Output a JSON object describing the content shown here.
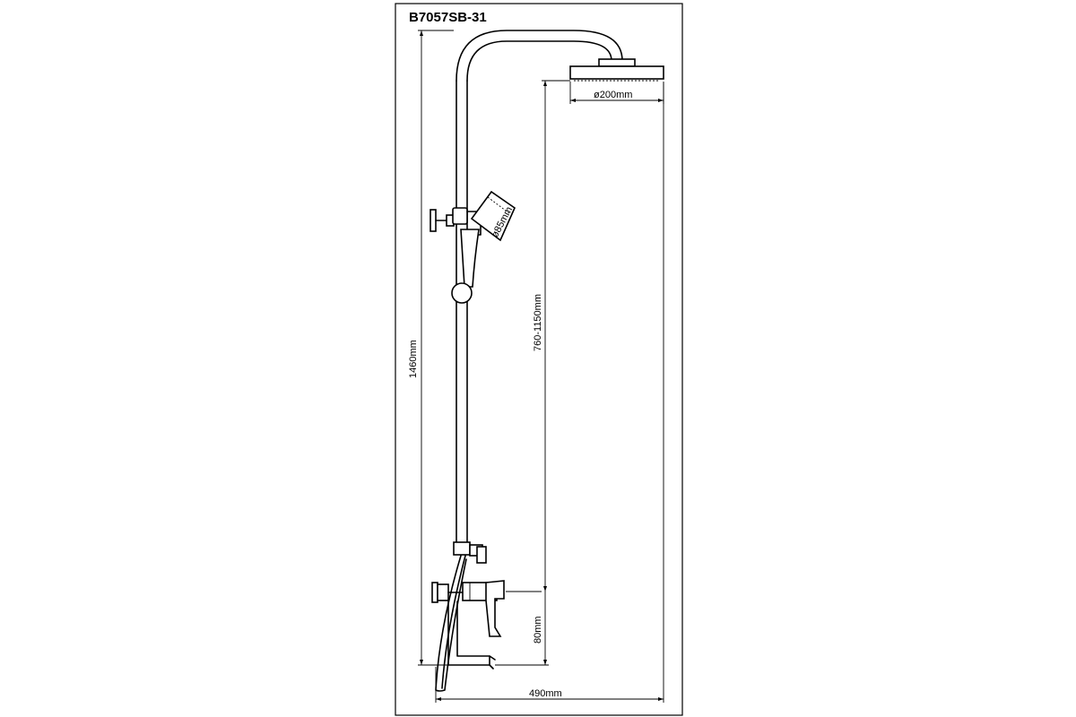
{
  "title": "B7057SB-31",
  "dimensions": {
    "head_diameter": "ø200mm",
    "hand_shower_diameter": "ø85mm",
    "overall_height": "1460mm",
    "adjustable_height": "760-1150mm",
    "spout_height": "80mm",
    "overall_width": "490mm"
  }
}
